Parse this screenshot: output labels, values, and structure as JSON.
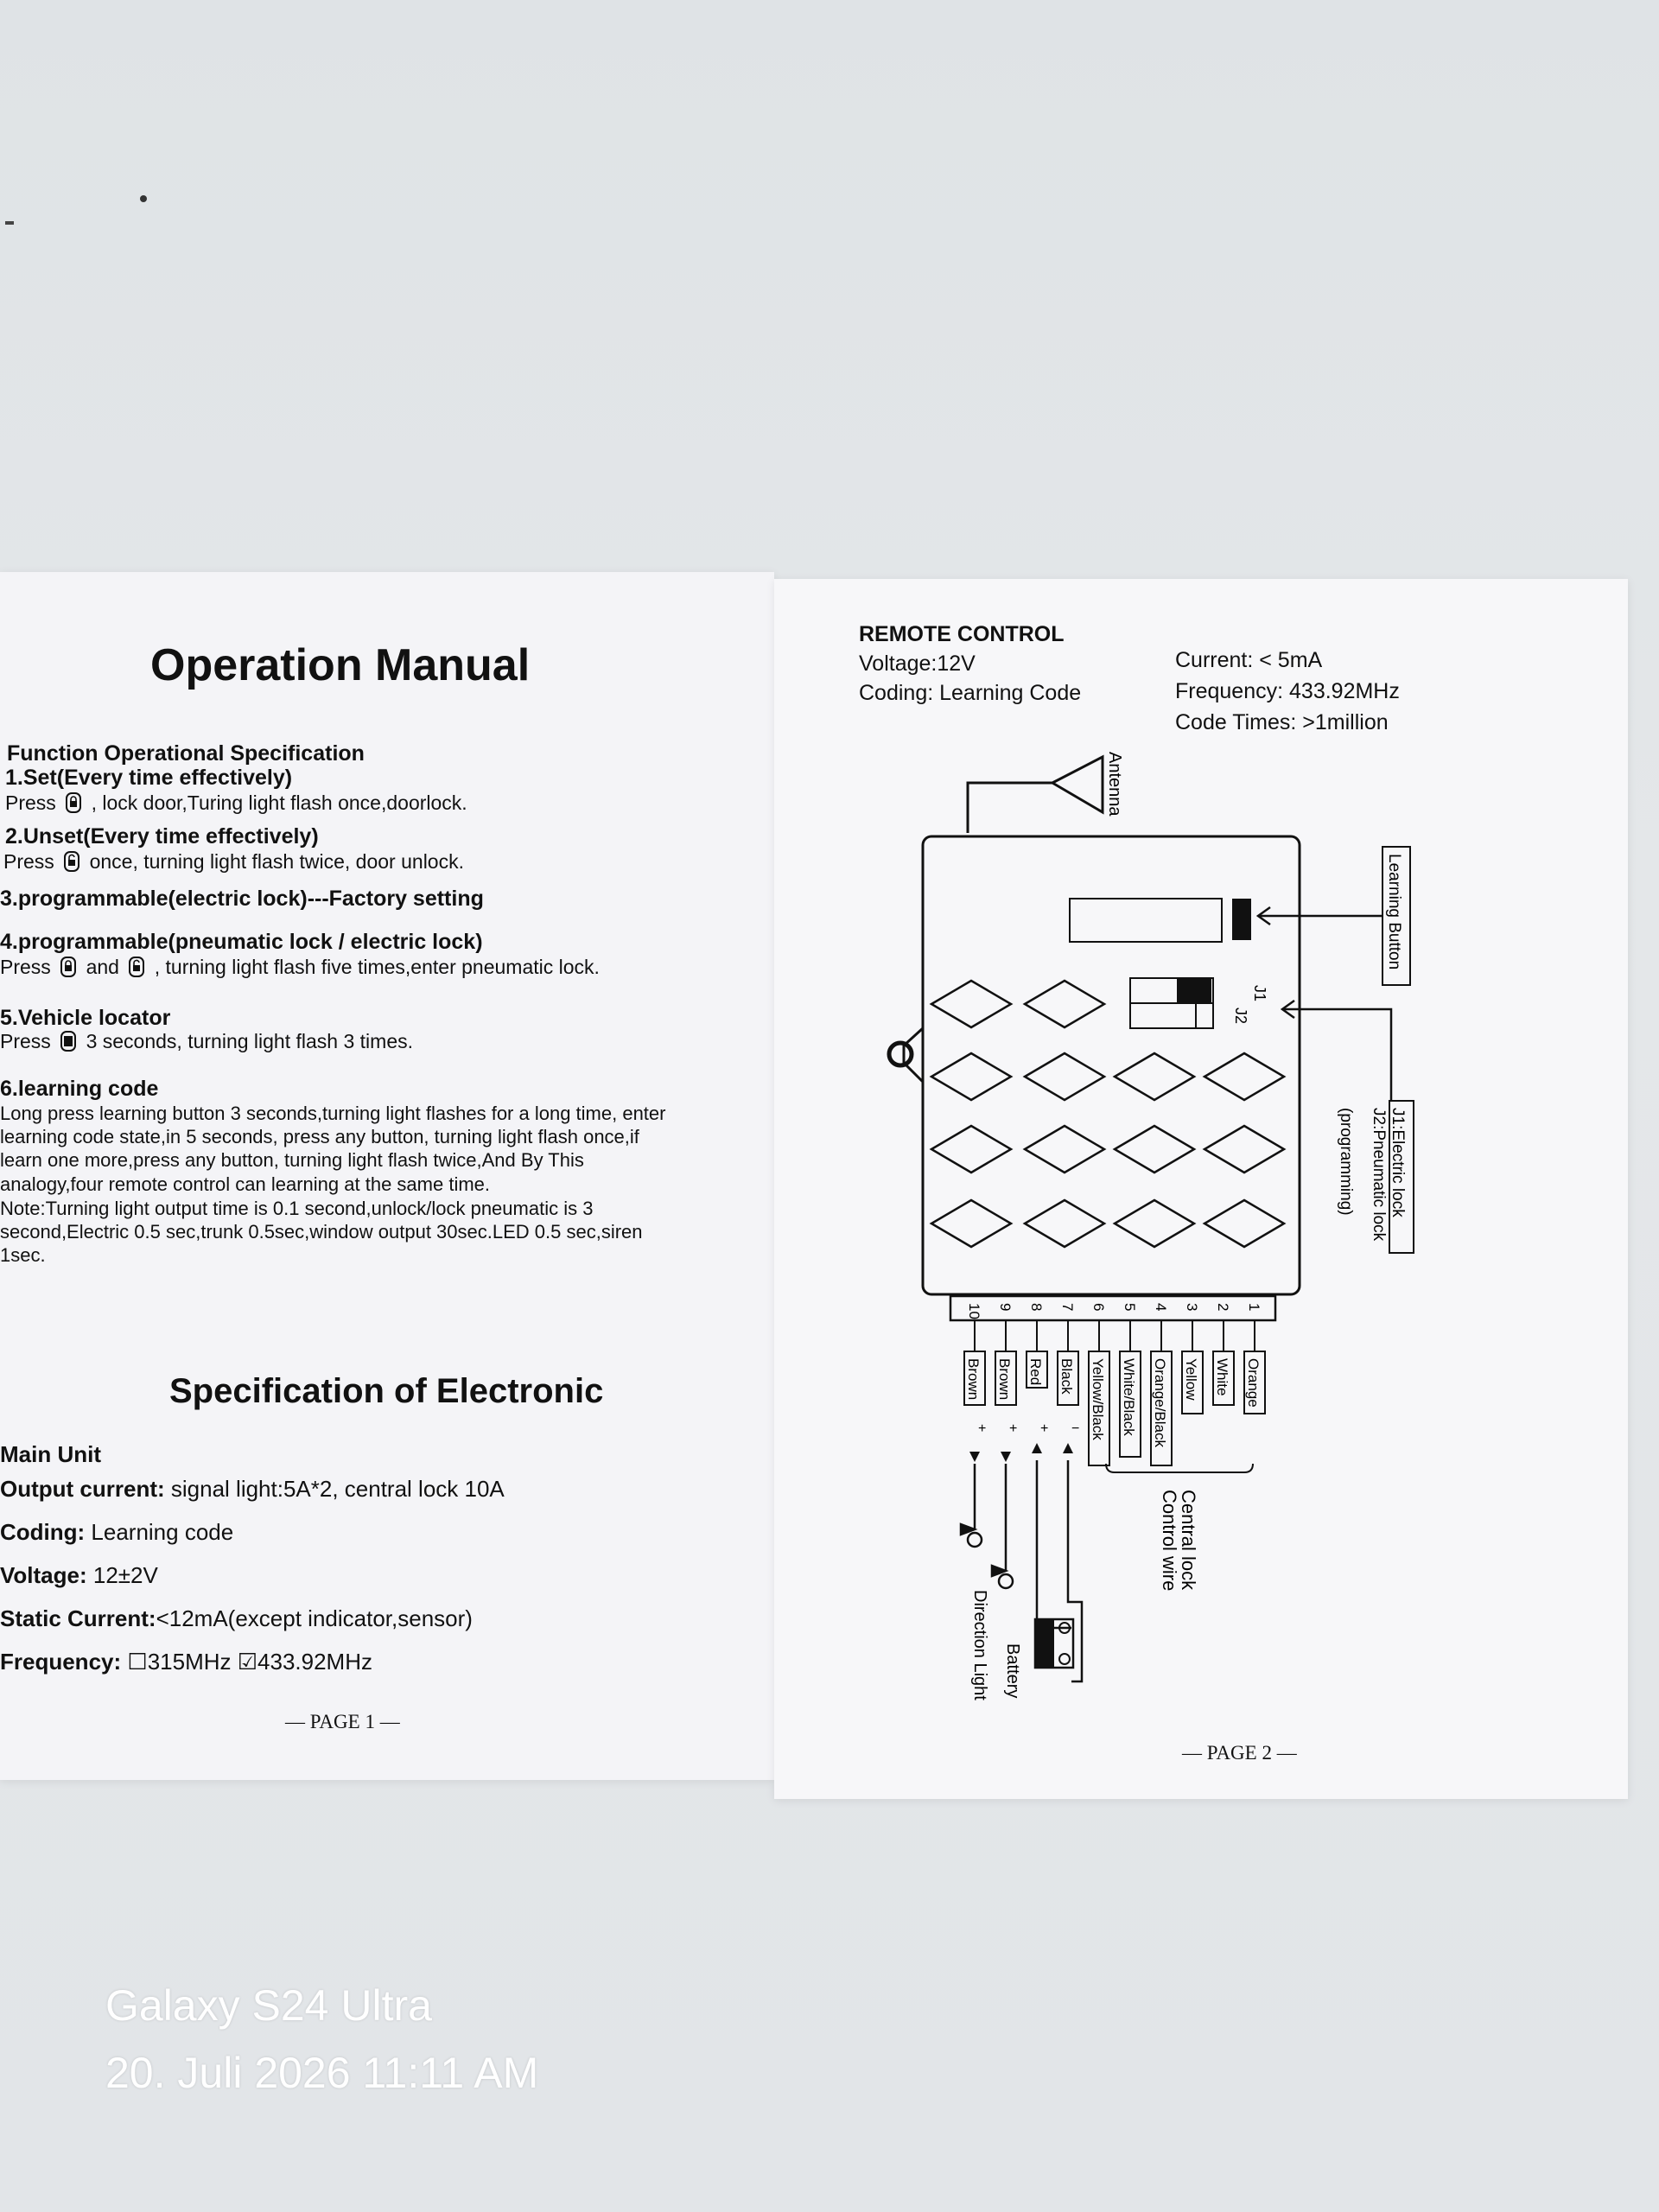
{
  "page1": {
    "title": "Operation Manual",
    "function_heading": "Function Operational Specification",
    "items": [
      {
        "heading": "1.Set(Every time effectively)",
        "pre": "Press",
        "post": ", lock door,Turing light flash once,doorlock."
      },
      {
        "heading": "2.Unset(Every time effectively)",
        "pre": "Press",
        "post": "once, turning light flash twice, door unlock."
      },
      {
        "heading": "3.programmable(electric lock)---Factory setting"
      },
      {
        "heading": "4.programmable(pneumatic lock / electric lock)",
        "pre": "Press",
        "mid": "and",
        "post": ", turning light flash five times,enter pneumatic lock."
      },
      {
        "heading": "5.Vehicle locator",
        "pre": "Press",
        "post": "3 seconds, turning light flash 3 times."
      }
    ],
    "learning_heading": "6.learning code",
    "learning_lines": [
      "Long press learning button 3 seconds,turning light flashes for a long time, enter",
      "learning code state,in  5  seconds, press any button, turning light flash once,if",
      "learn one more,press any button, turning light flash twice,And By This",
      "analogy,four remote control can learning at the same time.",
      "Note:Turning light output time is 0.1 second,unlock/lock pneumatic is 3",
      "second,Electric 0.5 sec,trunk 0.5sec,window output 30sec.LED 0.5 sec,siren",
      "1sec."
    ],
    "spec_title": "Specification of Electronic",
    "spec_lines": [
      {
        "label": "Main Unit",
        "value": ""
      },
      {
        "label": "Output current:",
        "value": " signal light:5A*2, central lock 10A"
      },
      {
        "label": "Coding:",
        "value": " Learning code"
      },
      {
        "label": "Voltage:",
        "value": " 12±2V"
      },
      {
        "label": "Static Current:",
        "value": "<12mA(except indicator,sensor)"
      },
      {
        "label": "Frequency:",
        "value": " ☐315MHz  ☑433.92MHz"
      }
    ],
    "page_number": "— PAGE 1 —"
  },
  "page2": {
    "remote_title": "REMOTE CONTROL",
    "voltage": "Voltage:12V",
    "coding": "Coding: Learning Code",
    "current": "Current:  < 5mA",
    "frequency": "Frequency: 433.92MHz",
    "code_times": "Code Times: >1million",
    "antenna": "Antenna",
    "learning_button": "Learning Button",
    "j1": "J1",
    "j2": "J2",
    "jumper_note_1": "J1:Electric lock",
    "jumper_note_2": "J2:Pneumatic lock",
    "jumper_note_3": "(programming)",
    "pins": [
      "10",
      "9",
      "8",
      "7",
      "6",
      "5",
      "4",
      "3",
      "2",
      "1"
    ],
    "wires": [
      "Brown",
      "Brown",
      "Red",
      "Black",
      "Yellow/Black",
      "White/Black",
      "Orange/Black",
      "Yellow",
      "White",
      "Orange"
    ],
    "polarity": [
      "+",
      "+",
      "+",
      "−"
    ],
    "central_lock_1": "Central lock",
    "central_lock_2": "Control wire",
    "direction_light": "Direction Light",
    "battery": "Battery",
    "page_number": "— PAGE 2 —"
  },
  "photo_stamp": {
    "device": "Galaxy S24 Ultra",
    "datetime": "20. Juli 2026 11:11 AM"
  }
}
